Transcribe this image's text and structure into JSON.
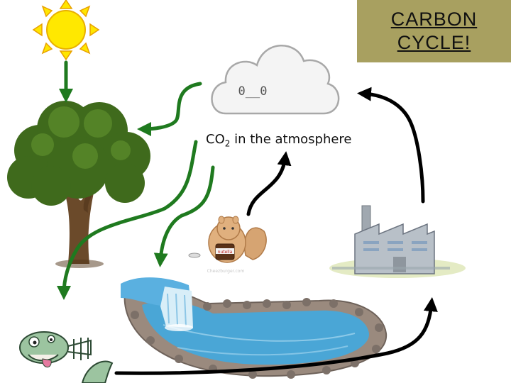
{
  "title": {
    "line1": "CARBON",
    "line2": "CYCLE!"
  },
  "atmosphere_label": {
    "main": "CO",
    "subscript": "2",
    "rest": " in the atmosphere"
  },
  "cloud_face": "0__0",
  "jar_label": "nutella",
  "watermark": "Cheezburger.com",
  "colors": {
    "title_bg": "#a8a060",
    "arrow_green": "#1f7a1f",
    "arrow_black": "#000000",
    "sun_yellow": "#ffe800",
    "water_blue": "#4aa6d6"
  },
  "icons": [
    "sun-icon",
    "cloud-icon",
    "tree-icon",
    "squirrel-icon",
    "factory-icon",
    "pond-icon",
    "fossil-fish-icon"
  ]
}
